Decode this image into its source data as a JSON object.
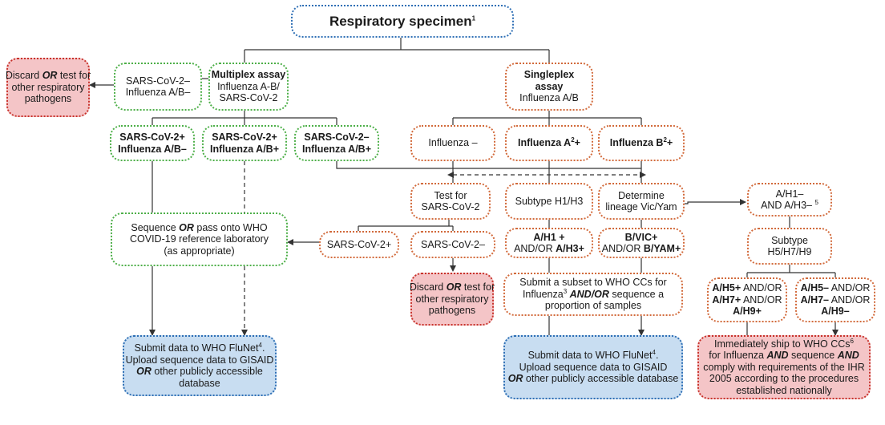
{
  "nodes": {
    "root": {
      "text": "Respiratory specimen",
      "sup": "1"
    },
    "discard_left": {
      "l1a": "Discard ",
      "l1b": "OR",
      "l1c": " test for",
      "l2": "other respiratory",
      "l3": "pathogens"
    },
    "neg_multiplex": {
      "l1": "SARS-CoV-2–",
      "l2": "Influenza A/B–"
    },
    "multiplex": {
      "title": "Multiplex assay",
      "l2": "Influenza A-B/",
      "l3": "SARS-CoV-2"
    },
    "singleplex": {
      "title1": "Singleplex",
      "title2": "assay",
      "l3": "Influenza A/B"
    },
    "sars_pos_flu_neg": {
      "l1": "SARS-CoV-2+",
      "l2": "Influenza A/B–"
    },
    "sars_pos_flu_pos": {
      "l1": "SARS-CoV-2+",
      "l2": "Influenza A/B+"
    },
    "sars_neg_flu_pos": {
      "l1": "SARS-CoV-2–",
      "l2": "Influenza A/B+"
    },
    "flu_neg": {
      "l1": "Influenza –"
    },
    "flu_a_pos": {
      "a": "Influenza A",
      "sup": "2",
      "b": "+"
    },
    "flu_b_pos": {
      "a": "Influenza B",
      "sup": "2",
      "b": "+"
    },
    "test_sars": {
      "l1": "Test for",
      "l2": "SARS-CoV-2"
    },
    "subtype_h1h3": {
      "l1": "Subtype H1/H3"
    },
    "lineage": {
      "l1": "Determine",
      "l2": "lineage Vic/Yam"
    },
    "h1_h3_neg": {
      "l1": "A/H1–",
      "l2": "AND A/H3–",
      "sup": "5"
    },
    "sequence_pass": {
      "l1a": "Sequence ",
      "l1b": "OR",
      "l1c": " pass onto WHO",
      "l2": "COVID-19 reference laboratory",
      "l3": "(as appropriate)"
    },
    "sars_pos_small": {
      "l1": "SARS-CoV-2+"
    },
    "sars_neg_small": {
      "l1": "SARS-CoV-2–"
    },
    "h1h3_pos": {
      "l1": "A/H1 +",
      "l2a": "AND/OR ",
      "l2b": "A/H3+"
    },
    "vic_yam": {
      "l1": "B/VIC+",
      "l2a": "AND/OR ",
      "l2b": "B/YAM+"
    },
    "subtype_h5": {
      "l1": "Subtype",
      "l2": "H5/H7/H9"
    },
    "discard_mid": {
      "l1a": "Discard ",
      "l1b": "OR",
      "l1c": " test for",
      "l2": "other respiratory",
      "l3": "pathogens"
    },
    "submit_subset": {
      "l1": "Submit a subset to WHO CCs for",
      "l2a": "Influenza",
      "l2sup": "3",
      "l2b": "AND/OR",
      "l2c": " sequence a",
      "l3": "proportion of samples"
    },
    "h5_pos": {
      "l1a": "A/H5+",
      "l1b": " AND/OR",
      "l2a": "A/H7+",
      "l2b": " AND/OR",
      "l3": "A/H9+"
    },
    "h5_neg": {
      "l1a": "A/H5–",
      "l1b": " AND/OR",
      "l2a": "A/H7–",
      "l2b": " AND/OR",
      "l3": "A/H9–"
    },
    "flunet_left": {
      "l1": "Submit data to WHO FluNet",
      "l1sup": "4",
      "l1c": ".",
      "l2": "Upload sequence data to GISAID",
      "l3a": "OR",
      "l3b": " other publicly accessible",
      "l4": "database"
    },
    "flunet_mid": {
      "l1": "Submit data to WHO FluNet",
      "l1sup": "4",
      "l1c": ".",
      "l2": "Upload sequence data to GISAID",
      "l3a": "OR",
      "l3b": " other publicly accessible database"
    },
    "ship": {
      "l1": "Immediately ship to WHO CCs",
      "l1sup": "6",
      "l2a": "for Influenza ",
      "l2b": "AND",
      "l2c": " sequence ",
      "l2d": "AND",
      "l3": "comply with requirements of the IHR",
      "l4": "2005 according to the procedures",
      "l5": "established nationally"
    }
  },
  "colors": {
    "line": "#333333",
    "blue": "#2e6fb5",
    "green": "#4daf48",
    "orange": "#d26a3b",
    "red_fill": "#f4c5c7",
    "blue_fill": "#c8ddf1"
  }
}
